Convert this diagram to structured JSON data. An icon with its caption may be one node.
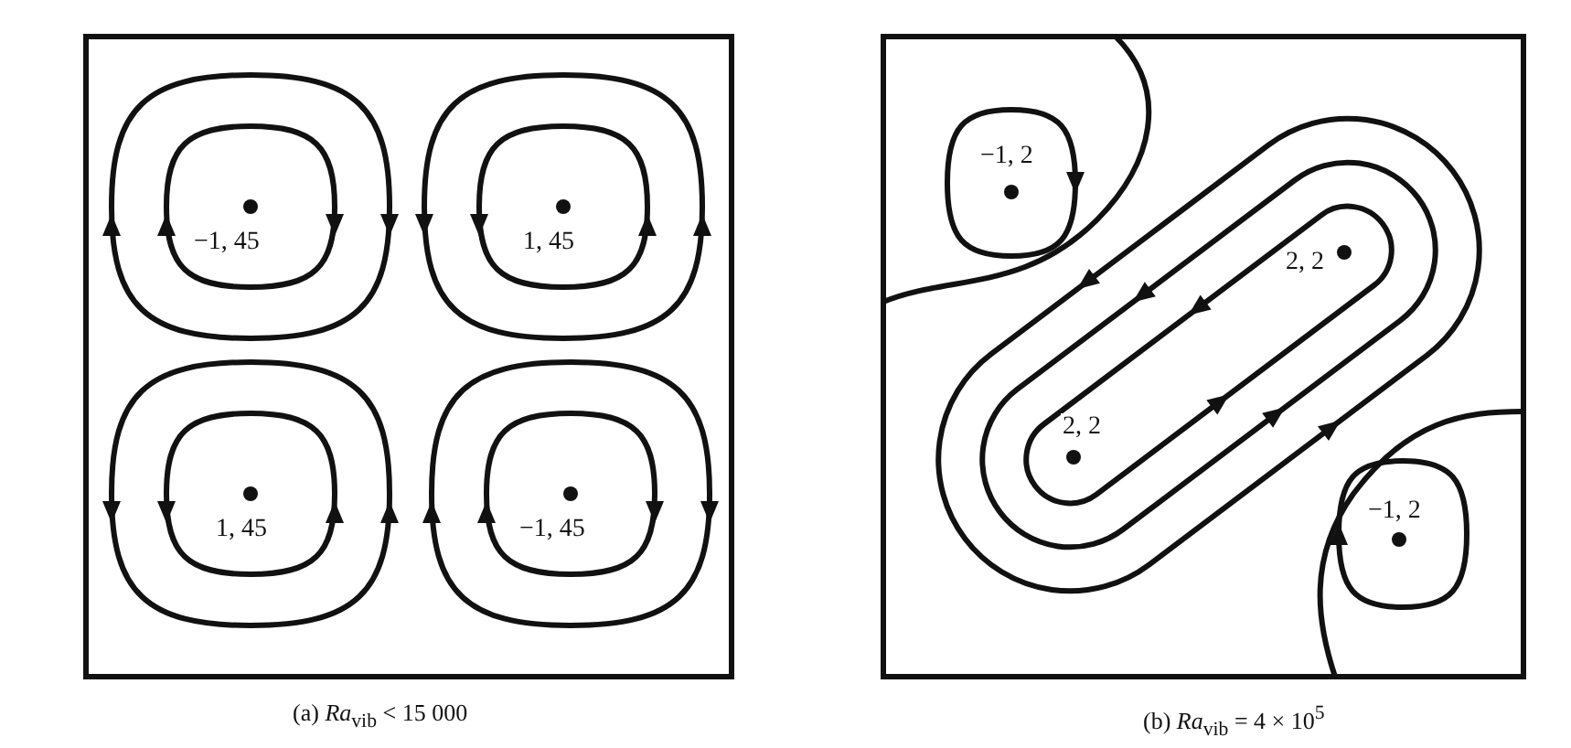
{
  "diagram": {
    "labels": [
      "−1, 45",
      "1, 45",
      "1, 45",
      "−1, 45",
      "−1, 2",
      "2, 2",
      "2, 2",
      "−1, 2",
      "(a) *Ra*$_{vib}$ < 15 000",
      "(b) *Ra*$_{vib}$ = 4 × 10$^{5}$"
    ]
  }
}
